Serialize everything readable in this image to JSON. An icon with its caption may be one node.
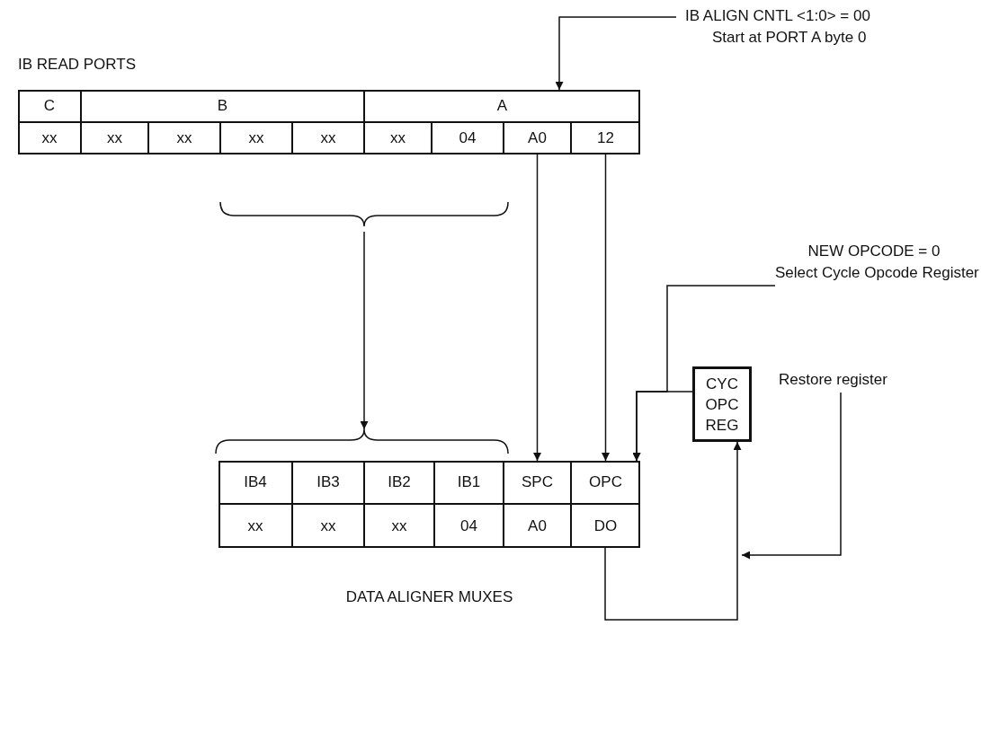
{
  "diagram": {
    "nodes": [
      {
        "text": [
          "IB READ PORTS"
        ]
      },
      {
        "text": [
          "C"
        ],
        "in": 0
      },
      {
        "text": [
          "B"
        ],
        "in": 0
      },
      {
        "text": [
          "A"
        ],
        "in": 0
      },
      {
        "text": [
          "xx"
        ],
        "in": 0
      },
      {
        "text": [
          "xx"
        ],
        "in": 0
      },
      {
        "text": [
          "xx"
        ],
        "in": 0
      },
      {
        "text": [
          "xx"
        ],
        "in": 0
      },
      {
        "text": [
          "xx"
        ],
        "in": 0
      },
      {
        "text": [
          "xx"
        ],
        "in": 0
      },
      {
        "text": [
          "04"
        ],
        "in": 0
      },
      {
        "text": [
          "A0"
        ],
        "in": 0
      },
      {
        "text": [
          "12"
        ],
        "in": 0
      },
      {
        "text": [],
        "shape": "bracket"
      },
      {
        "text": [],
        "shape": "bracket"
      },
      {
        "text": [
          "DATA ALIGNER MUXES"
        ]
      },
      {
        "text": [
          "IB4"
        ],
        "in": 15
      },
      {
        "text": [
          "IB3"
        ],
        "in": 15
      },
      {
        "text": [
          "IB2"
        ],
        "in": 15
      },
      {
        "text": [
          "IB1"
        ],
        "in": 15
      },
      {
        "text": [
          "SPC"
        ],
        "in": 15
      },
      {
        "text": [
          "OPC"
        ],
        "in": 15
      },
      {
        "text": [
          "xx"
        ],
        "in": 15
      },
      {
        "text": [
          "xx"
        ],
        "in": 15
      },
      {
        "text": [
          "xx"
        ],
        "in": 15
      },
      {
        "text": [
          "04"
        ],
        "in": 15
      },
      {
        "text": [
          "A0"
        ],
        "in": 15
      },
      {
        "text": [
          "DO"
        ],
        "in": 15
      },
      {
        "text": [
          "IB ALIGN CNTL <1:0> = 00",
          "Start at PORT A byte 0"
        ]
      },
      {
        "text": [
          "NEW OPCODE = 0",
          "Select Cycle Opcode Register"
        ]
      },
      {
        "text": [
          "CYC OPC REG"
        ]
      },
      {
        "text": [
          "Restore register"
        ]
      }
    ],
    "edges": [
      {
        "from": 28,
        "to": 3,
        "arrow": "to"
      },
      {
        "from": 13,
        "to": 14,
        "arrow": "to"
      },
      {
        "from": 11,
        "to": 20,
        "arrow": "to"
      },
      {
        "from": 12,
        "to": 21,
        "arrow": "to"
      },
      {
        "from": 29,
        "to": 21,
        "arrow": "to"
      },
      {
        "from": 30,
        "to": 21,
        "arrow": "to"
      },
      {
        "from": 31,
        "to": null,
        "arrow": "to"
      },
      {
        "from": 27,
        "to": 30,
        "arrow": "to"
      }
    ]
  }
}
